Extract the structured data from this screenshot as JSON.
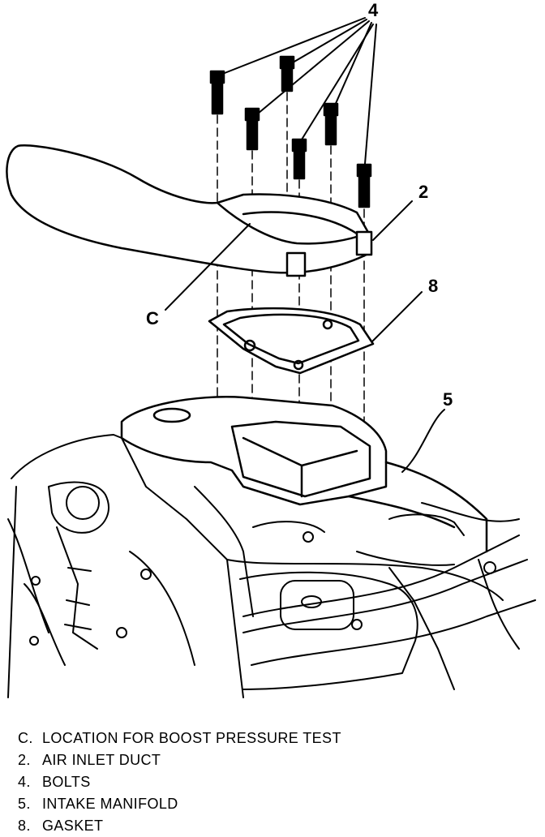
{
  "callouts": {
    "bolts": "4",
    "air_inlet_duct": "2",
    "gasket": "8",
    "boost_test_location": "C",
    "intake_manifold": "5"
  },
  "legend": [
    {
      "key": "C.",
      "text": "LOCATION FOR BOOST PRESSURE TEST"
    },
    {
      "key": "2.",
      "text": "AIR INLET DUCT"
    },
    {
      "key": "4.",
      "text": "BOLTS"
    },
    {
      "key": "5.",
      "text": "INTAKE MANIFOLD"
    },
    {
      "key": "8.",
      "text": "GASKET"
    }
  ]
}
